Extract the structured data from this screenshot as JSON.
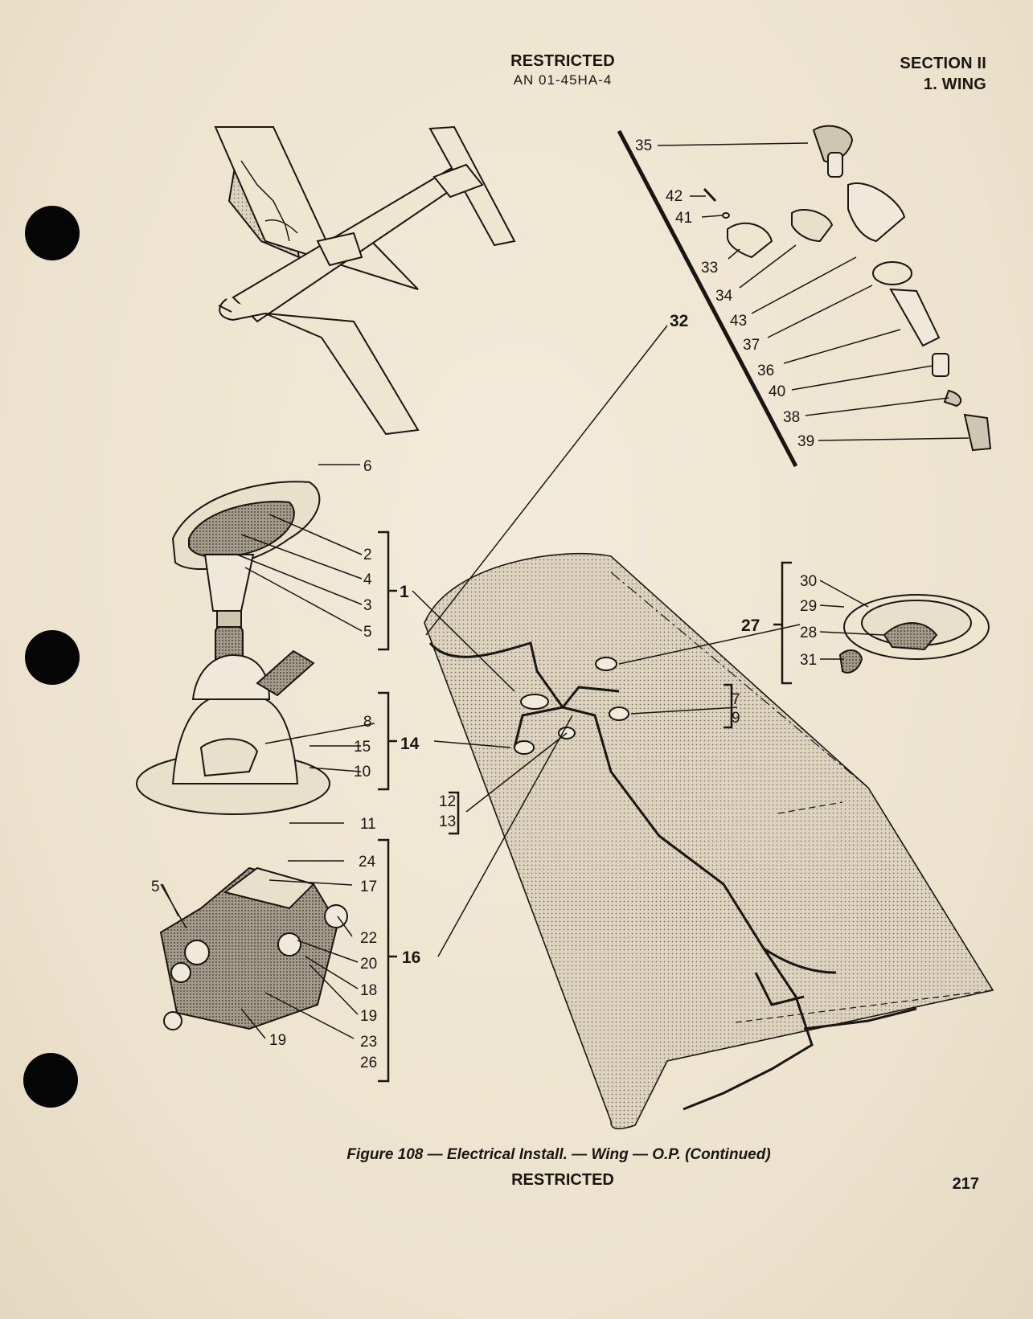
{
  "header": {
    "restricted": "RESTRICTED",
    "doc_number": "AN 01-45HA-4",
    "section": "SECTION II",
    "subsection": "1. WING"
  },
  "caption": "Figure 108 — Electrical Install. — Wing — O.P. (Continued)",
  "footer": {
    "restricted": "RESTRICTED",
    "page_number": "217"
  },
  "callouts": {
    "c1": "1",
    "c2": "2",
    "c3": "3",
    "c4": "4",
    "c5": "5",
    "c5b": "5",
    "c6": "6",
    "c7": "7",
    "c8": "8",
    "c9": "9",
    "c10": "10",
    "c11": "11",
    "c12": "12",
    "c13": "13",
    "c14": "14",
    "c15": "15",
    "c16": "16",
    "c17": "17",
    "c18": "18",
    "c19": "19",
    "c19b": "19",
    "c20": "20",
    "c22": "22",
    "c23": "23",
    "c24": "24",
    "c26": "26",
    "c27": "27",
    "c28": "28",
    "c29": "29",
    "c30": "30",
    "c31": "31",
    "c32": "32",
    "c33": "33",
    "c34": "34",
    "c35": "35",
    "c36": "36",
    "c37": "37",
    "c38": "38",
    "c39": "39",
    "c40": "40",
    "c41": "41",
    "c42": "42",
    "c43": "43"
  }
}
